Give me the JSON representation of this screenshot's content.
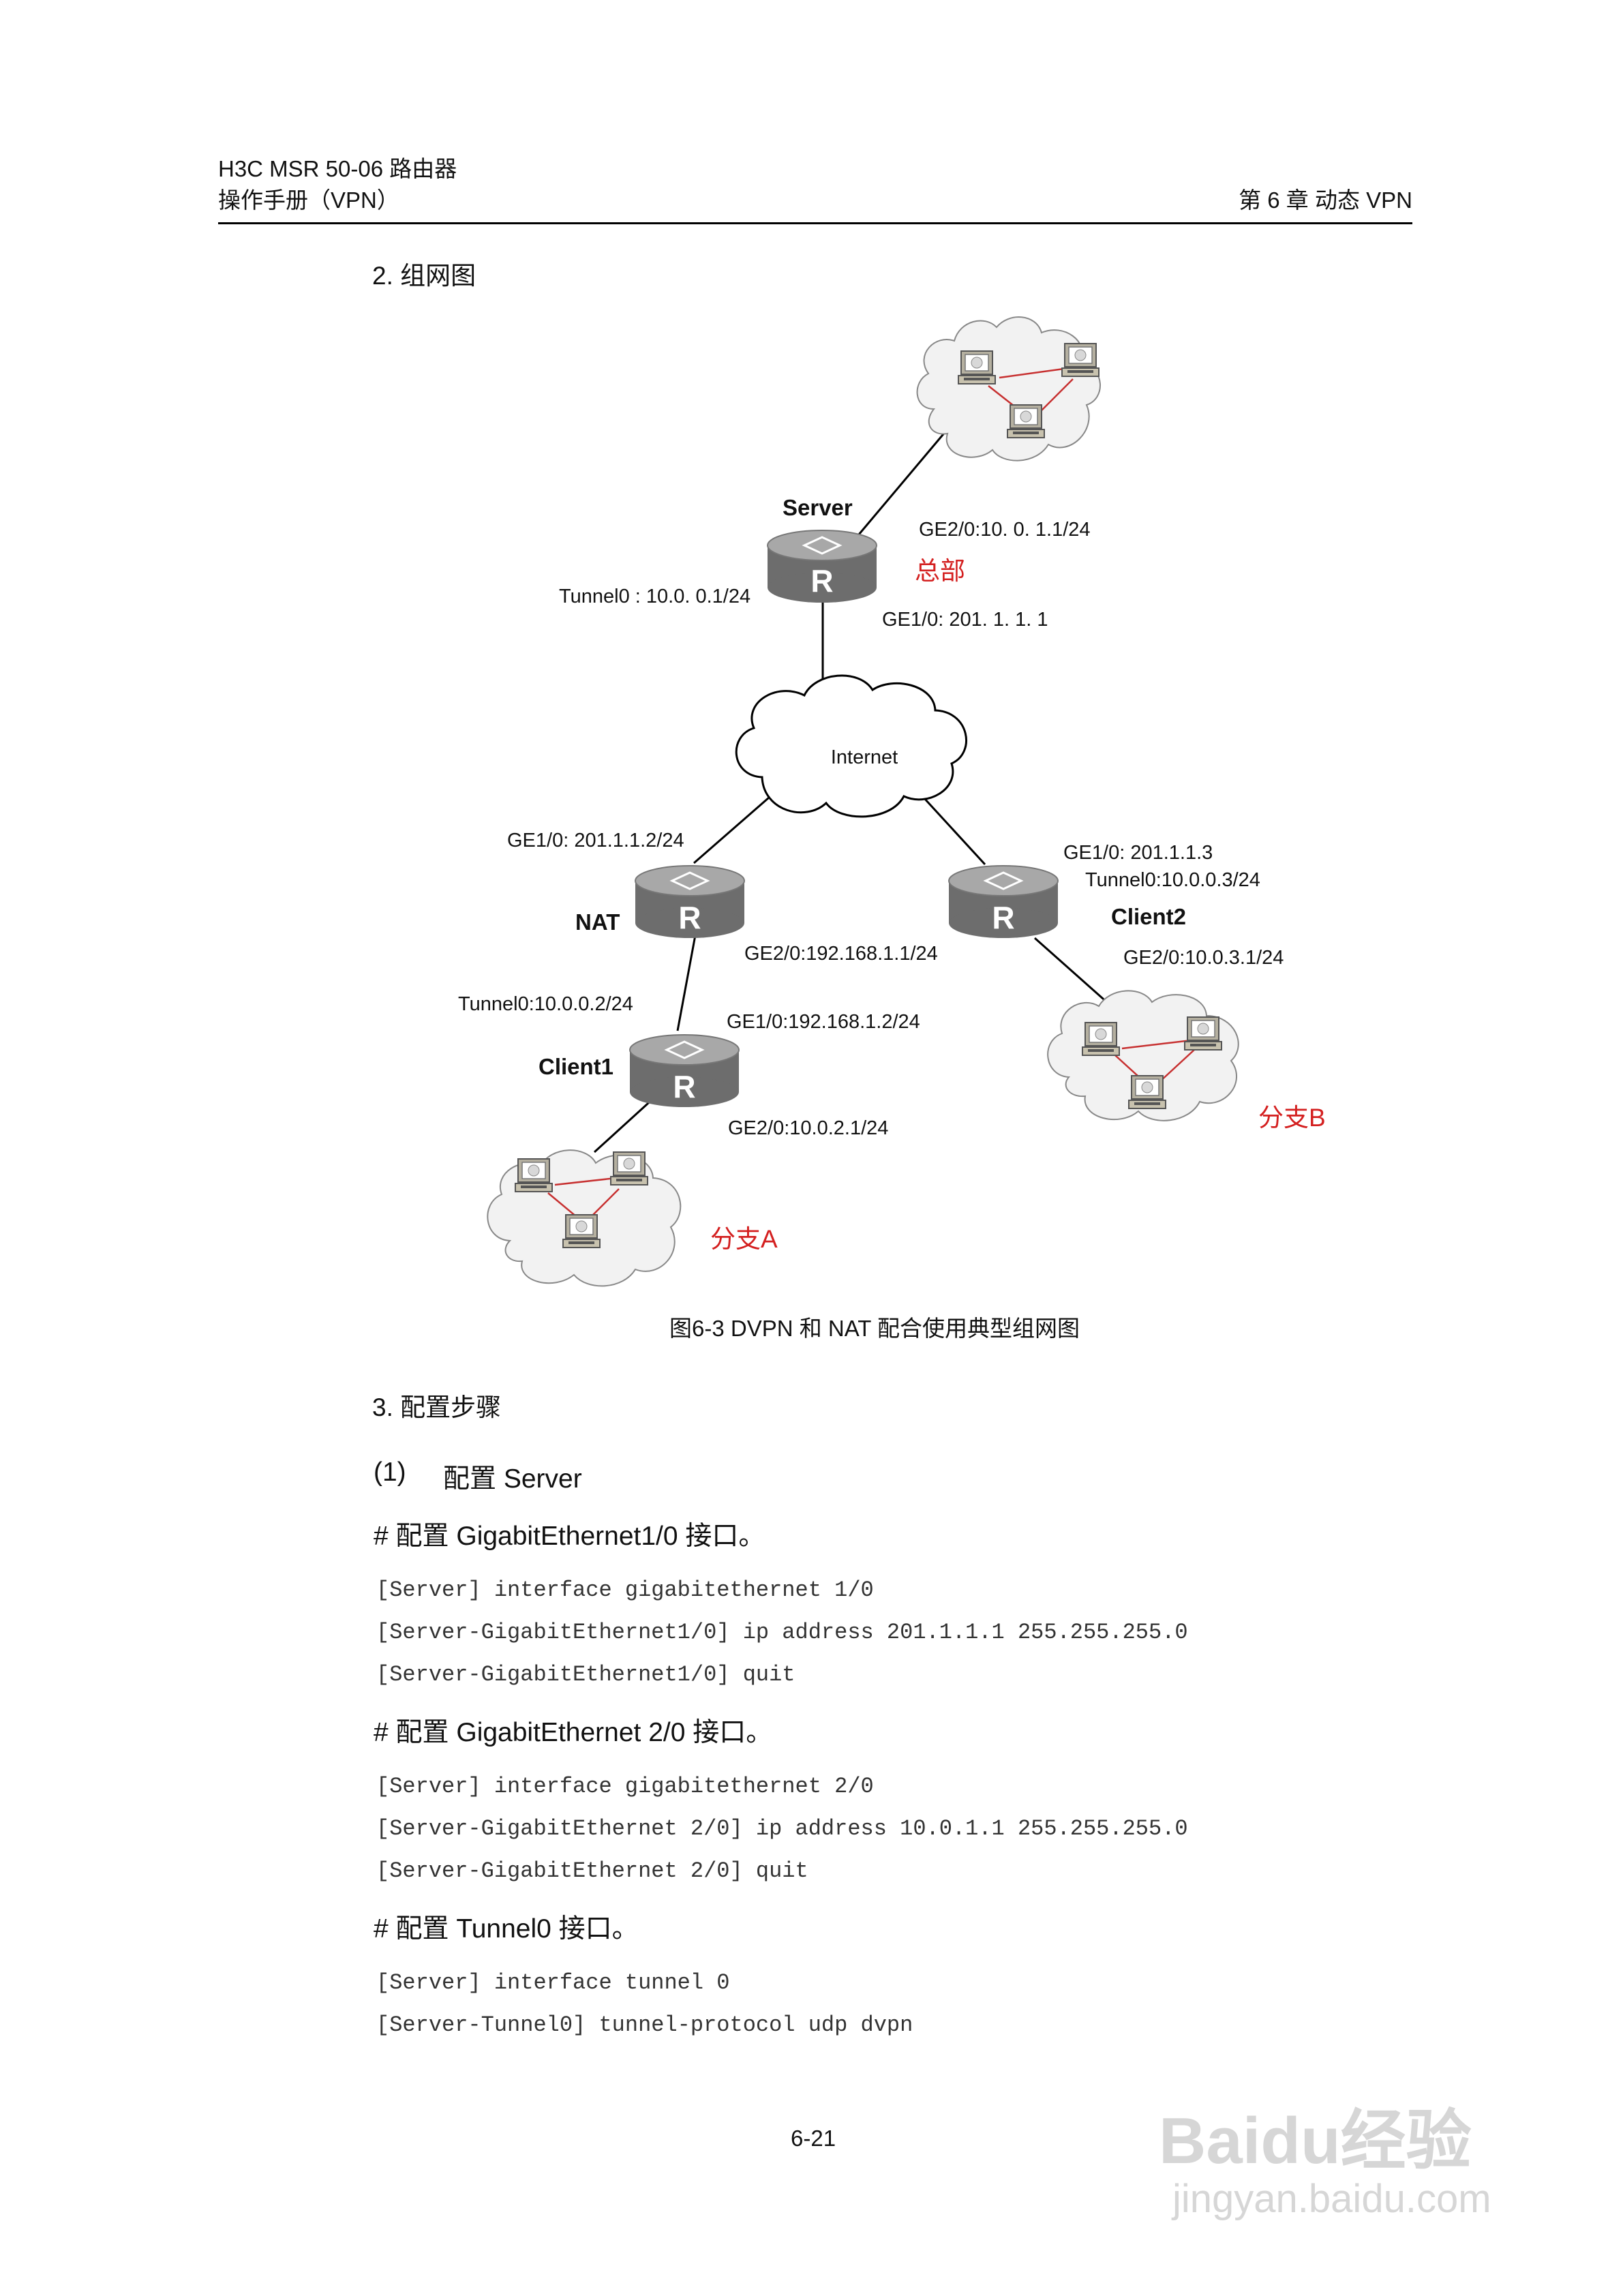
{
  "header": {
    "product": "H3C MSR 50-06 路由器",
    "manual": "操作手册（VPN）",
    "chapter": "第 6 章  动态 VPN"
  },
  "section2": {
    "title": "2. 组网图"
  },
  "diagram": {
    "server_name": "Server",
    "hq_label": "总部",
    "server_ge20": "GE2/0:10. 0. 1.1/24",
    "server_tunnel": "Tunnel0 : 10.0. 0.1/24",
    "server_ge10": "GE1/0: 201. 1. 1. 1",
    "internet": "Internet",
    "nat_name": "NAT",
    "nat_ge10": "GE1/0: 201.1.1.2/24",
    "nat_ge20": "GE2/0:192.168.1.1/24",
    "client2_name": "Client2",
    "client2_ge10": "GE1/0: 201.1.1.3",
    "client2_tunnel": "Tunnel0:10.0.0.3/24",
    "client2_ge20": "GE2/0:10.0.3.1/24",
    "client1_name": "Client1",
    "client1_tunnel": "Tunnel0:10.0.0.2/24",
    "client1_ge10": "GE1/0:192.168.1.2/24",
    "client1_ge20": "GE2/0:10.0.2.1/24",
    "branch_a": "分支A",
    "branch_b": "分支B",
    "router_letter": "R"
  },
  "figure_caption": "图6-3  DVPN 和 NAT 配合使用典型组网图",
  "section3": {
    "title": "3. 配置步骤"
  },
  "step1": {
    "num": "(1)",
    "text": "配置 Server"
  },
  "blocks": [
    {
      "heading": "# 配置 GigabitEthernet1/0 接口。",
      "lines": [
        "[Server] interface gigabitethernet 1/0",
        "[Server-GigabitEthernet1/0] ip address 201.1.1.1 255.255.255.0",
        "[Server-GigabitEthernet1/0] quit"
      ]
    },
    {
      "heading": "# 配置 GigabitEthernet 2/0 接口。",
      "lines": [
        "[Server] interface gigabitethernet 2/0",
        "[Server-GigabitEthernet 2/0] ip address 10.0.1.1 255.255.255.0",
        "[Server-GigabitEthernet 2/0] quit"
      ]
    },
    {
      "heading": "# 配置 Tunnel0 接口。",
      "lines": [
        "[Server] interface tunnel 0",
        "[Server-Tunnel0] tunnel-protocol udp dvpn"
      ]
    }
  ],
  "page_number": "6-21",
  "watermark": {
    "brand": "Baidu经验",
    "url": "jingyan.baidu.com"
  },
  "colors": {
    "red_label": "#d42020",
    "router_body": "#6d6d6d",
    "router_top": "#a8a8a8",
    "cloud_fill": "#f2f2f2"
  }
}
